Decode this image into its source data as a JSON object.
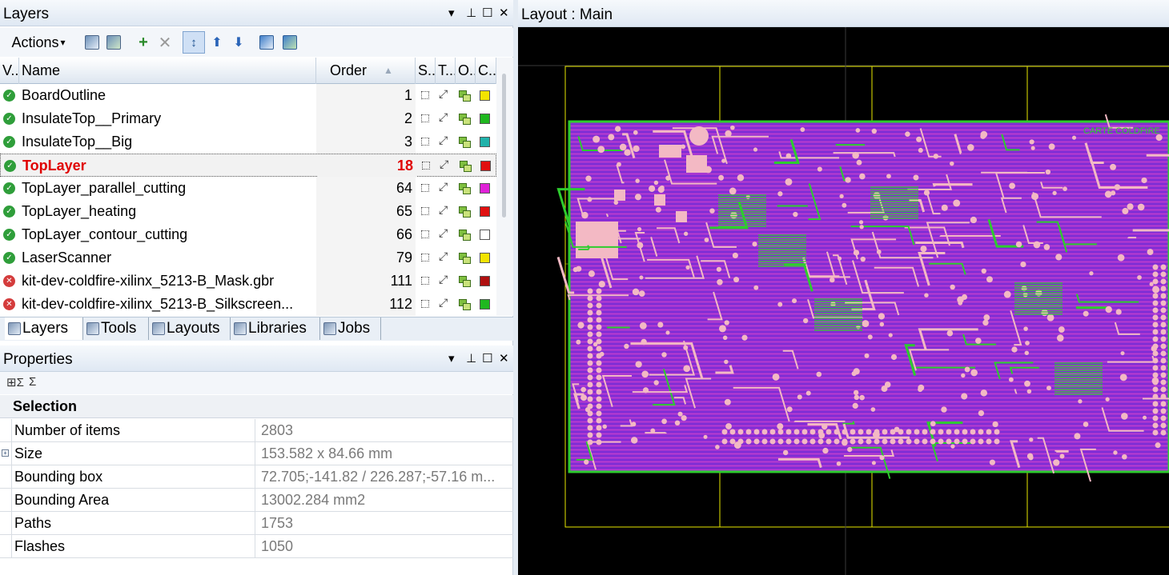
{
  "layers_panel": {
    "title": "Layers",
    "actions_label": "Actions",
    "columns": {
      "visible": "V...",
      "name": "Name",
      "order": "Order",
      "s": "S...",
      "t": "T...",
      "o": "O...",
      "c": "C..."
    },
    "rows": [
      {
        "name": "BoardOutline",
        "order": "1",
        "status": "ok",
        "color": "#f2e400",
        "outline": true
      },
      {
        "name": "InsulateTop__Primary",
        "order": "2",
        "status": "ok",
        "color": "#1fb81f"
      },
      {
        "name": "InsulateTop__Big",
        "order": "3",
        "status": "ok",
        "color": "#20b2aa"
      },
      {
        "name": "TopLayer",
        "order": "18",
        "status": "ok",
        "color": "#e01010",
        "selected": true
      },
      {
        "name": "TopLayer_parallel_cutting",
        "order": "64",
        "status": "ok",
        "color": "#e020d8"
      },
      {
        "name": "TopLayer_heating",
        "order": "65",
        "status": "ok",
        "color": "#e01010"
      },
      {
        "name": "TopLayer_contour_cutting",
        "order": "66",
        "status": "ok",
        "color": "#ffffff",
        "outline": true
      },
      {
        "name": "LaserScanner",
        "order": "79",
        "status": "ok",
        "color": "#f2e400"
      },
      {
        "name": "kit-dev-coldfire-xilinx_5213-B_Mask.gbr",
        "order": "111",
        "status": "error",
        "color": "#b01010"
      },
      {
        "name": "kit-dev-coldfire-xilinx_5213-B_Silkscreen...",
        "order": "112",
        "status": "error",
        "color": "#1fb81f"
      }
    ],
    "tabs": [
      "Layers",
      "Tools",
      "Layouts",
      "Libraries",
      "Jobs"
    ]
  },
  "properties_panel": {
    "title": "Properties",
    "category": "Selection",
    "items": [
      {
        "key": "Number of items",
        "value": "2803"
      },
      {
        "key": "Size",
        "value": "153.582 x 84.66 mm",
        "expandable": true
      },
      {
        "key": "Bounding box",
        "value": "72.705;-141.82 / 226.287;-57.16 m..."
      },
      {
        "key": "Bounding Area",
        "value": "13002.284 mm2"
      },
      {
        "key": "Paths",
        "value": "1753"
      },
      {
        "key": "Flashes",
        "value": "1050"
      }
    ]
  },
  "layout_view": {
    "title": "Layout : Main",
    "board_label": "CARTE COLDFIRE"
  },
  "colors": {
    "board_fill": "#9b2fd1",
    "copper": "#f3b9c4",
    "green_trace": "#2ecc2e",
    "yellow_guide": "#e8e800",
    "selected_text": "#e00000"
  }
}
